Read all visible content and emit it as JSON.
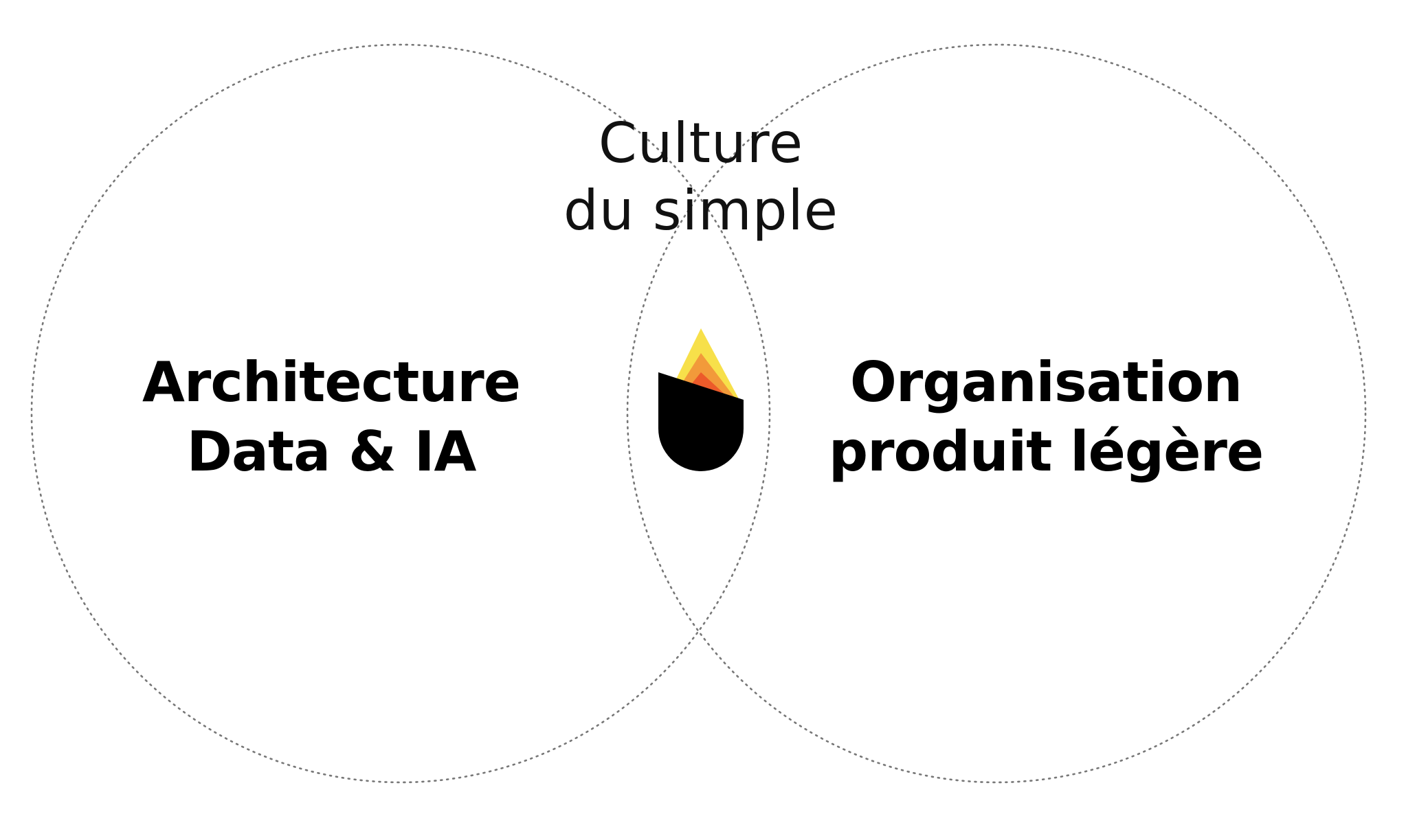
{
  "diagram": {
    "type": "venn",
    "circles": [
      {
        "label_lines": [
          "Architecture",
          "Data & IA"
        ]
      },
      {
        "label_lines": [
          "Organisation",
          "produit légère"
        ]
      }
    ],
    "intersection": {
      "label_lines": [
        "Culture",
        "du simple"
      ],
      "icon": "flame-logo-icon"
    },
    "colors": {
      "circle_stroke": "#777777",
      "text": "#000000",
      "flame_yellow": "#f7e04a",
      "flame_orange": "#f29a3a",
      "flame_red": "#ec5b2a",
      "logo_base": "#000000"
    }
  }
}
